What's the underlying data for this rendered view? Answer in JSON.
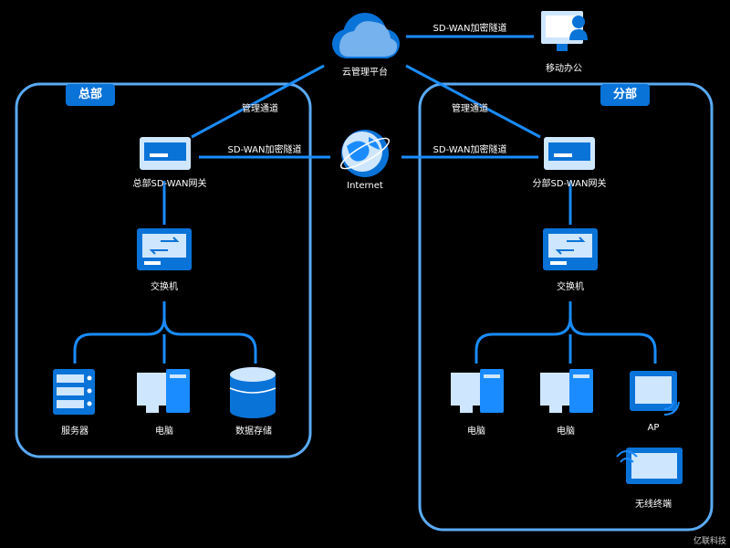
{
  "regions": {
    "hq": "总部",
    "branch": "分部"
  },
  "nodes": {
    "cloud": "云管理平台",
    "remote_user": "移动办公",
    "hq_router": "总部SD-WAN网关",
    "internet": "Internet",
    "branch_router": "分部SD-WAN网关",
    "hq_switch": "交换机",
    "branch_switch": "交换机",
    "hq_server": "服务器",
    "hq_pc": "电脑",
    "hq_storage": "数据存储",
    "branch_pc1": "电脑",
    "branch_pc2": "电脑",
    "branch_ap": "AP",
    "branch_wifi": "无线终端"
  },
  "links": {
    "top_tunnel": "SD-WAN加密隧道",
    "hq_tunnel": "SD-WAN加密隧道",
    "branch_tunnel": "SD-WAN加密隧道",
    "hq_mgmt": "管理通道",
    "branch_mgmt": "管理通道"
  },
  "watermark": "亿联科技",
  "colors": {
    "line": "#1a8cff",
    "region": "#5aaaf5",
    "device": "#0a73d8",
    "device_light": "#cfe6ff"
  }
}
